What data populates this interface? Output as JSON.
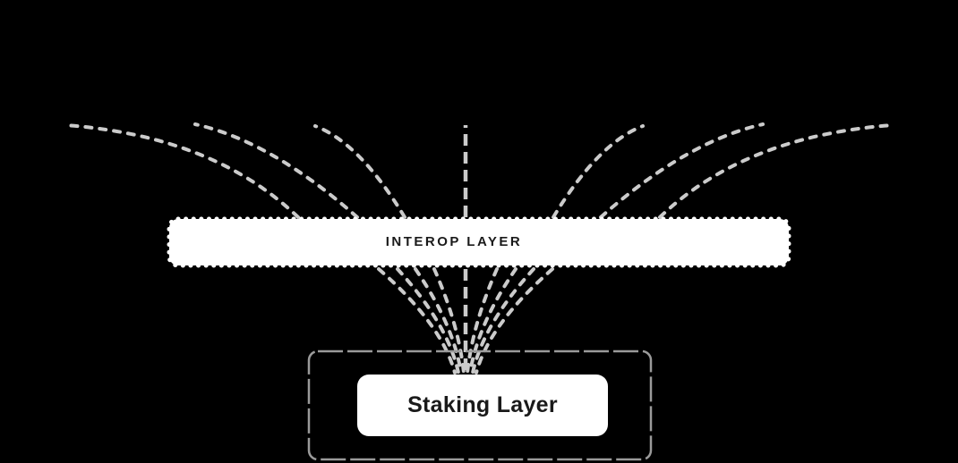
{
  "diagram": {
    "background_color": "#000000",
    "connector_color": "#cbcbcb",
    "staking_outline_color": "#9a9a9a",
    "box_fill_color": "#ffffff",
    "label_text_color": "#1a1a1a",
    "interop_box": {
      "label": "INTEROP LAYER"
    },
    "staking_box": {
      "label": "Staking Layer"
    },
    "top_connector_count": 7,
    "bottom_connector_count": 9,
    "connector_style": "dashed"
  }
}
